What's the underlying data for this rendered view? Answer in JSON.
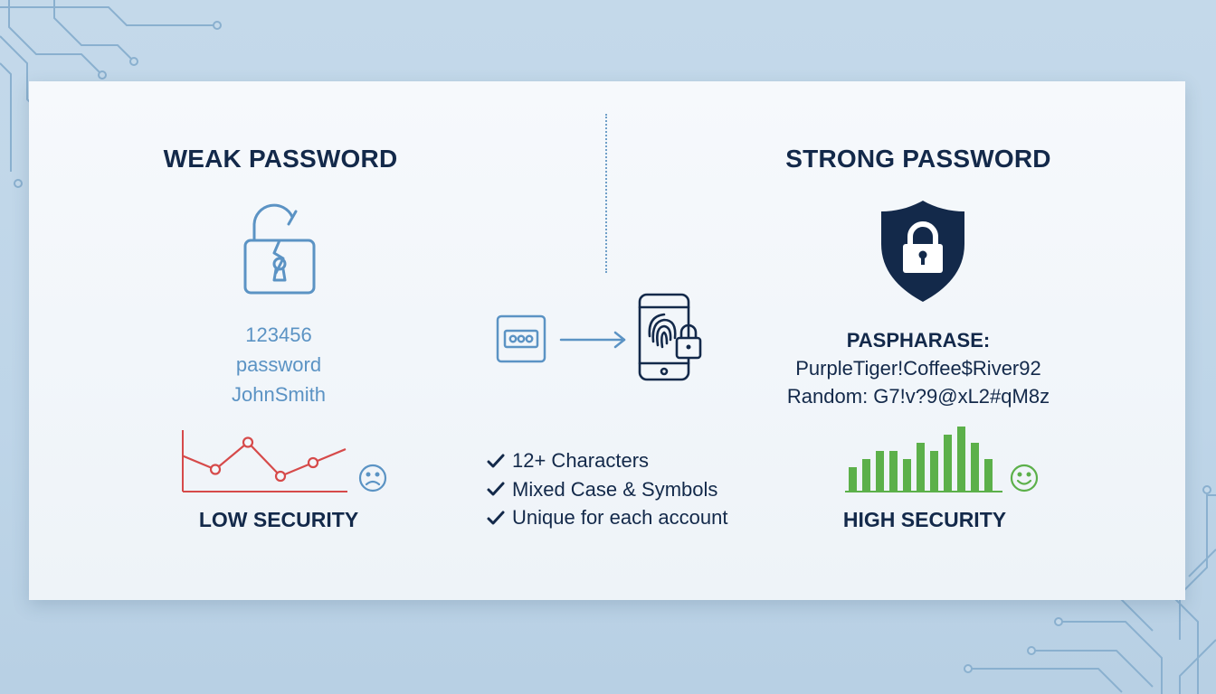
{
  "colors": {
    "navy": "#13294a",
    "weak_blue": "#5b93c4",
    "low_red": "#d64a4a",
    "high_green": "#5cb04a",
    "circuit": "#8ab0cf"
  },
  "weak": {
    "heading": "WEAK PASSWORD",
    "icon": "broken-padlock-icon",
    "examples": [
      "123456",
      "password",
      "JohnSmith"
    ],
    "security_label": "LOW SECURITY",
    "face_icon": "sad-face-icon"
  },
  "strong": {
    "heading": "STRONG PASSWORD",
    "icon": "shield-lock-icon",
    "phrase_label": "PASPHARASE:",
    "phrase_example": "PurpleTiger!Coffee$River92",
    "random_example": "Random: G7!v?9@xL2#qM8z",
    "security_label": "HIGH SECURITY",
    "face_icon": "happy-face-icon"
  },
  "middle": {
    "icons": [
      "password-field-icon",
      "arrow-right-icon",
      "phone-fingerprint-icon"
    ],
    "checklist": [
      "12+ Characters",
      "Mixed Case & Symbols",
      "Unique for each account"
    ]
  },
  "low_chart": {
    "type": "line",
    "values": [
      5,
      3,
      7,
      2,
      4,
      6
    ]
  },
  "high_chart": {
    "type": "bar",
    "values": [
      3,
      4,
      5,
      5,
      4,
      6,
      5,
      7,
      8,
      6,
      4
    ]
  }
}
